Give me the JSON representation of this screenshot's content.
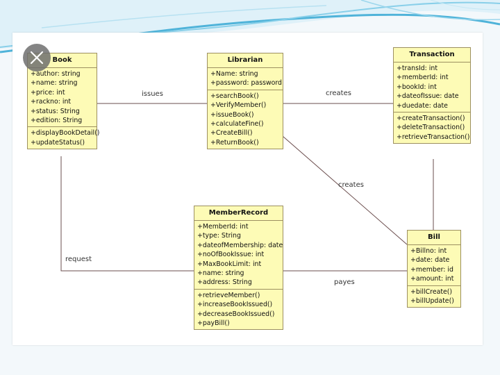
{
  "classes": {
    "book": {
      "name": "Book",
      "attributes": [
        "+author: string",
        "+name: string",
        "+price: int",
        "+rackno: int",
        "+status: String",
        "+edition: String"
      ],
      "methods": [
        "+displayBookDetail()",
        "+updateStatus()"
      ]
    },
    "librarian": {
      "name": "Librarian",
      "attributes": [
        "+Name: string",
        "+password: password"
      ],
      "methods": [
        "+searchBook()",
        "+VerifyMember()",
        "+issueBook()",
        "+calculateFine()",
        "+CreateBill()",
        "+ReturnBook()"
      ]
    },
    "transaction": {
      "name": "Transaction",
      "attributes": [
        "+transId: int",
        "+memberId: int",
        "+bookId: int",
        "+dateofIssue: date",
        "+duedate: date"
      ],
      "methods": [
        "+createTransaction()",
        "+deleteTransaction()",
        "+retrieveTransaction()"
      ]
    },
    "member": {
      "name": "MemberRecord",
      "attributes": [
        "+MemberId: int",
        "+type: String",
        "+dateofMembership: date",
        "+noOfBookIssue: int",
        "+MaxBookLimit: int",
        "+name: string",
        "+address: String"
      ],
      "methods": [
        "+retrieveMember()",
        "+increaseBookIssued()",
        "+decreaseBookIssued()",
        "+payBill()"
      ]
    },
    "bill": {
      "name": "Bill",
      "attributes": [
        "+Billno: int",
        "+date: date",
        "+member: id",
        "+amount: int"
      ],
      "methods": [
        "+billCreate()",
        "+billUpdate()"
      ]
    }
  },
  "associations": {
    "book_librarian": "issues",
    "librarian_transaction": "creates",
    "librarian_bill": "creates",
    "book_member": "request",
    "member_bill": "payes"
  },
  "close_icon": "close-icon",
  "colors": {
    "class_fill": "#fdfbb6",
    "class_border": "#9c8f60",
    "slide_accent": "#4fb3d9"
  }
}
